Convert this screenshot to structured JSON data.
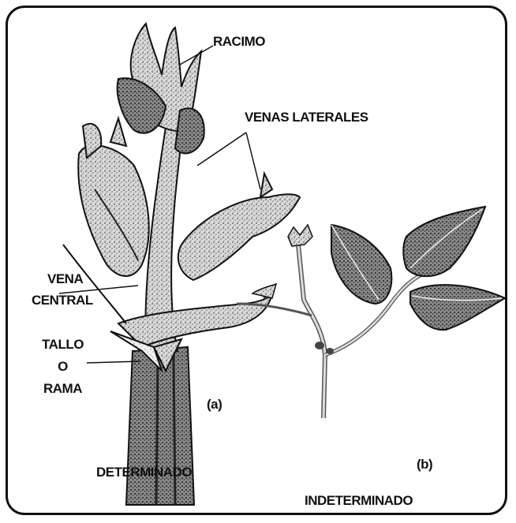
{
  "labels": {
    "racimo": "RACIMO",
    "venas_laterales": "VENAS LATERALES",
    "vena_line1": "VENA",
    "vena_line2": "CENTRAL",
    "tallo_line1": "TALLO",
    "tallo_line2": "O",
    "tallo_line3": "RAMA",
    "a": "(a)",
    "b": "(b)",
    "determinado": "DETERMINADO",
    "indeterminado": "INDETERMINADO"
  },
  "colors": {
    "ink": "#111111",
    "stipple": "#9a9a9a",
    "stem_dark": "#2b2b2b",
    "background": "#ffffff"
  }
}
